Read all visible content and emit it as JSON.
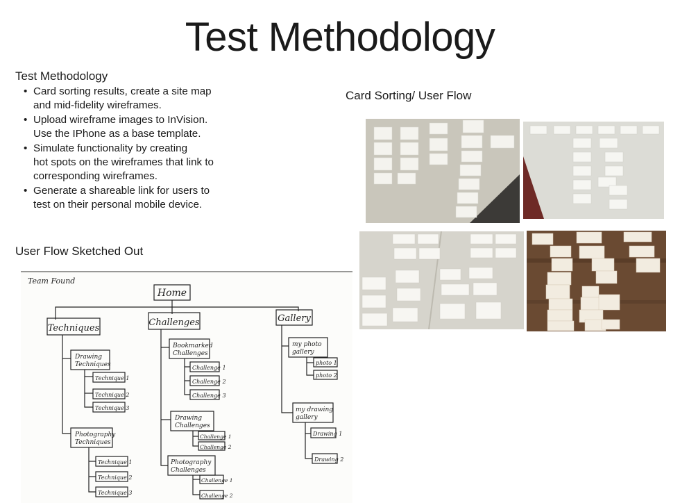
{
  "page": {
    "title": "Test Methodology"
  },
  "methodology": {
    "heading": "Test Methodology",
    "bullets": [
      {
        "line1": "Card sorting results, create a site map",
        "line2": "and mid-fidelity wireframes.",
        "line3": ""
      },
      {
        "line1": "Upload wireframe images to InVision.",
        "line2": "Use the IPhone as a base template.",
        "line3": ""
      },
      {
        "line1": "Simulate functionality by creating",
        "line2": "hot spots on the wireframes that link to",
        "line3": "corresponding wireframes."
      },
      {
        "line1": "Generate a shareable link for users to",
        "line2": "test on their personal mobile device.",
        "line3": ""
      }
    ]
  },
  "card_sorting": {
    "heading": "Card Sorting/ User Flow"
  },
  "user_flow": {
    "heading": "User Flow Sketched Out",
    "sketch": {
      "corner_note": "Team Found",
      "root": "Home",
      "techniques": "Techniques",
      "challenges": "Challenges",
      "gallery": "Gallery",
      "drawing_techniques": [
        "Drawing",
        "Techniques"
      ],
      "technique1": "Technique 1",
      "technique2": "Technique 2",
      "technique3": "Technique 3",
      "photography_techniques": [
        "Photography",
        "Techniques"
      ],
      "ptechnique1": "Technique 1",
      "ptechnique2": "Technique 2",
      "ptechnique3": "Technique 3",
      "bookmarked_challenges": [
        "Bookmarked",
        "Challenges"
      ],
      "challenge1": "Challenge 1",
      "challenge2": "Challenge 2",
      "challenge3": "Challenge 3",
      "drawing_challenges": [
        "Drawing",
        "Challenges"
      ],
      "dchallenge1": "Challenge 1",
      "dchallenge2": "Challenge 2",
      "photography_challenges": [
        "Photography",
        "Challenges"
      ],
      "pchallenge1": "Challenge 1",
      "pchallenge2": "Challenge 2",
      "my_photo_gallery": [
        "my photo",
        "gallery"
      ],
      "photo1": "photo 1",
      "photo2": "photo 2",
      "my_drawing_gallery": [
        "my drawing",
        "gallery"
      ],
      "drawing1": "Drawing 1",
      "drawing2": "Drawing 2"
    }
  }
}
